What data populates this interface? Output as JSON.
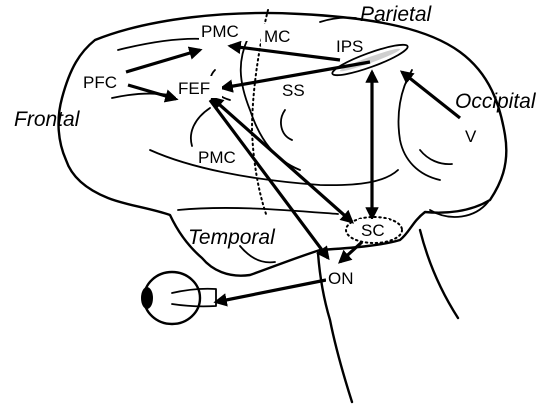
{
  "lobes": {
    "frontal": "Frontal",
    "parietal": "Parietal",
    "occipital": "Occipital",
    "temporal": "Temporal"
  },
  "areas": {
    "pmc_upper": "PMC",
    "mc": "MC",
    "ips": "IPS",
    "pfc": "PFC",
    "fef": "FEF",
    "ss": "SS",
    "pmc_lower": "PMC",
    "v": "V",
    "sc": "SC",
    "on": "ON"
  },
  "connections": [
    {
      "from": "PFC",
      "to": "PMC",
      "direction": "forward"
    },
    {
      "from": "PFC",
      "to": "FEF",
      "direction": "forward"
    },
    {
      "from": "IPS",
      "to": "PMC",
      "direction": "forward"
    },
    {
      "from": "IPS",
      "to": "FEF",
      "direction": "forward"
    },
    {
      "from": "V",
      "to": "IPS",
      "direction": "forward"
    },
    {
      "from": "IPS",
      "to": "SC",
      "direction": "bidirectional"
    },
    {
      "from": "FEF",
      "to": "SC",
      "direction": "bidirectional"
    },
    {
      "from": "FEF",
      "to": "ON",
      "direction": "forward"
    },
    {
      "from": "SC",
      "to": "ON",
      "direction": "forward"
    },
    {
      "from": "ON",
      "to": "eye",
      "direction": "forward"
    }
  ]
}
